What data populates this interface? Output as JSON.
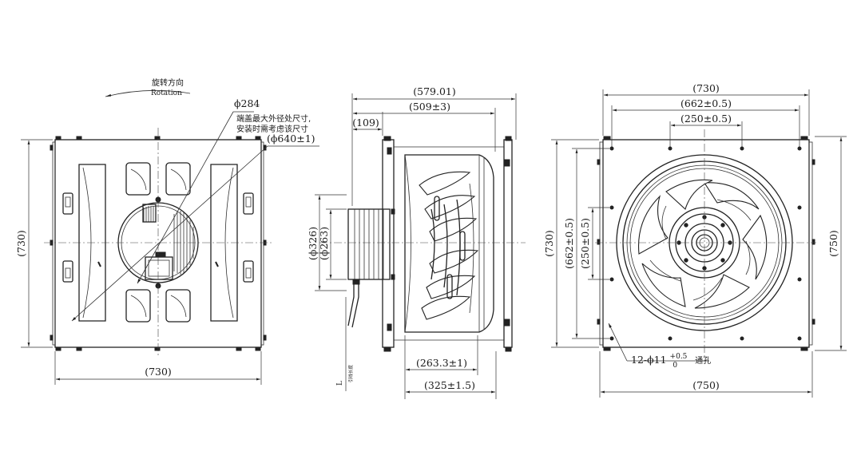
{
  "rotation": {
    "label_cn": "旋转方向",
    "label_en": "Rotation"
  },
  "front_view": {
    "top_annotation_diameter": "ϕ284",
    "note_line1": "端盖最大外径处尺寸,",
    "note_line2": "安装时需考虑该尺寸",
    "top_annotation_outer": "(ϕ640±1)",
    "height": "(730)",
    "width": "(730)"
  },
  "side_view": {
    "overall_length": "(579.01)",
    "housing_length": "(509±3)",
    "motor_offset": "(109)",
    "motor_dia_outer": "(ϕ326)",
    "motor_dia_inner": "(ϕ263)",
    "bottom_dim_inner": "(263.3±1)",
    "bottom_dim_outer": "(325±1.5)",
    "cable_label_main": "L",
    "cable_label_sub": "引线长度"
  },
  "rear_view": {
    "width_top": "(730)",
    "hole_spacing_outer": "(662±0.5)",
    "hole_spacing_inner": "(250±0.5)",
    "height_left_outer": "(730)",
    "height_left_mid": "(662±0.5)",
    "height_left_inner": "(250±0.5)",
    "height_right": "(750)",
    "width_bottom": "(750)",
    "hole_callout_prefix": "12-ϕ11",
    "hole_callout_sup": "+0.5",
    "hole_callout_sub": "0",
    "hole_callout_suffix": "通孔"
  }
}
